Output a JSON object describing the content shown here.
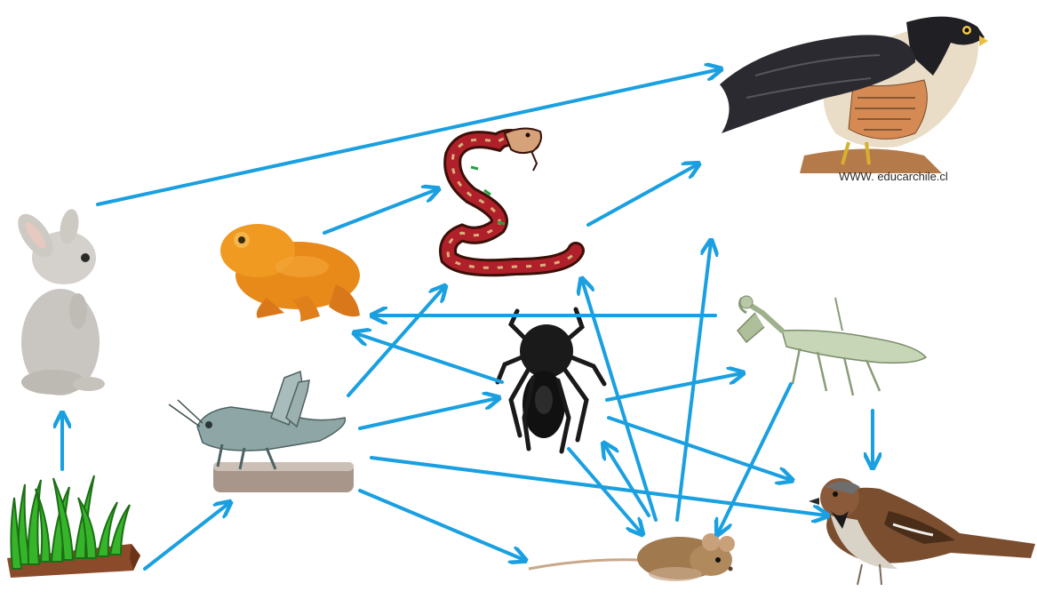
{
  "credit_text": "WWW. educarchile.cl",
  "colors": {
    "arrow": "#1aa0e0",
    "background": "#ffffff"
  },
  "organisms": [
    {
      "id": "grass",
      "icon": "grass-icon"
    },
    {
      "id": "rabbit",
      "icon": "rabbit-icon"
    },
    {
      "id": "grasshopper",
      "icon": "grasshopper-icon"
    },
    {
      "id": "toad",
      "icon": "toad-icon"
    },
    {
      "id": "snake",
      "icon": "snake-icon"
    },
    {
      "id": "spider",
      "icon": "spider-icon"
    },
    {
      "id": "mantis",
      "icon": "mantis-icon"
    },
    {
      "id": "mouse",
      "icon": "mouse-icon"
    },
    {
      "id": "sparrow",
      "icon": "sparrow-icon"
    },
    {
      "id": "falcon",
      "icon": "falcon-icon"
    }
  ]
}
